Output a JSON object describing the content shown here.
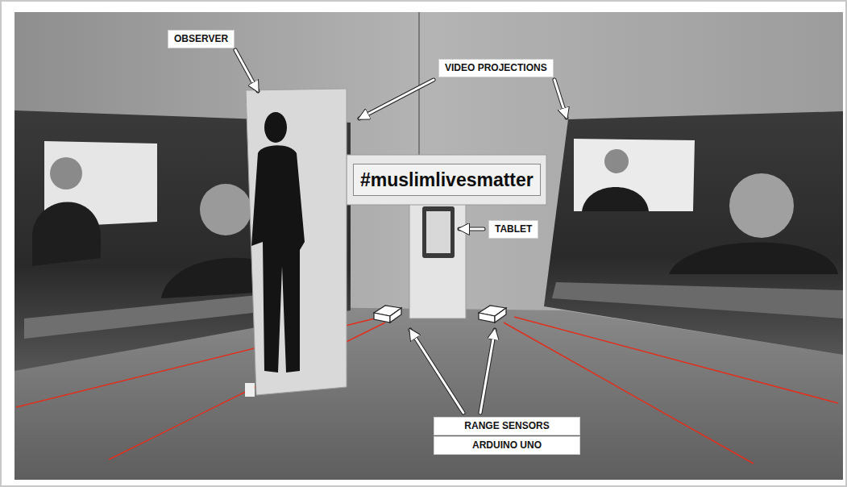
{
  "diagram": {
    "nodes": [
      {
        "text": [
          "OBSERVER"
        ]
      },
      {
        "text": [
          "VIDEO PROJECTIONS"
        ]
      },
      {
        "text": [
          "#muslimlivesmatter"
        ]
      },
      {
        "text": [
          "TABLET"
        ]
      },
      {
        "text": [
          "RANGE SENSORS"
        ]
      },
      {
        "text": [
          "ARDUINO UNO"
        ]
      }
    ]
  }
}
